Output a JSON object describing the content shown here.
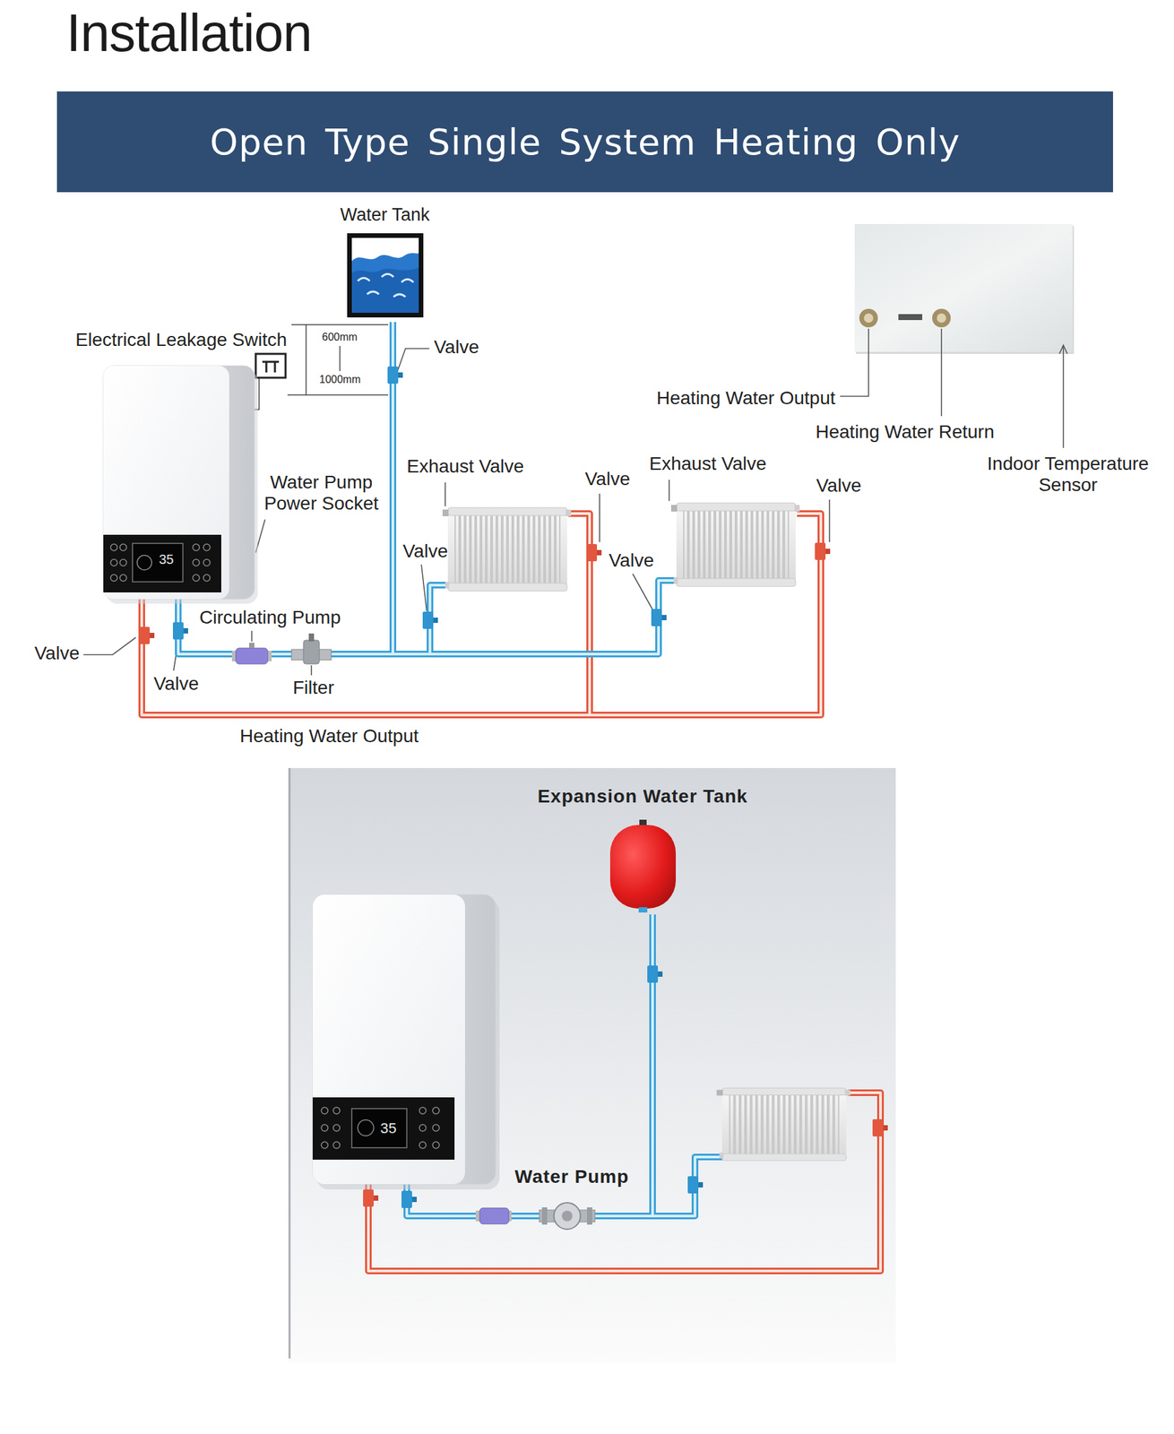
{
  "diagram": {
    "title": "Installation",
    "nodes": [
      {
        "text": [
          "Open Type Single System Heating Only"
        ]
      },
      {
        "text": [
          "Water Tank"
        ]
      },
      {
        "text": [
          "Expansion Water Tank"
        ]
      }
    ],
    "labels": [
      "Electrical Leakage Switch",
      "600mm",
      "1000mm",
      "Valve",
      "Heating Water Output",
      "Heating Water Return",
      "Indoor Temperature Sensor",
      "Exhaust Valve",
      "Valve",
      "Exhaust Valve",
      "Valve",
      "Water Pump Power Socket",
      "Valve",
      "Valve",
      "35",
      "Circulating Pump",
      "Valve",
      "Valve",
      "Filter",
      "Heating Water Output",
      "35",
      "Water Pump"
    ]
  }
}
